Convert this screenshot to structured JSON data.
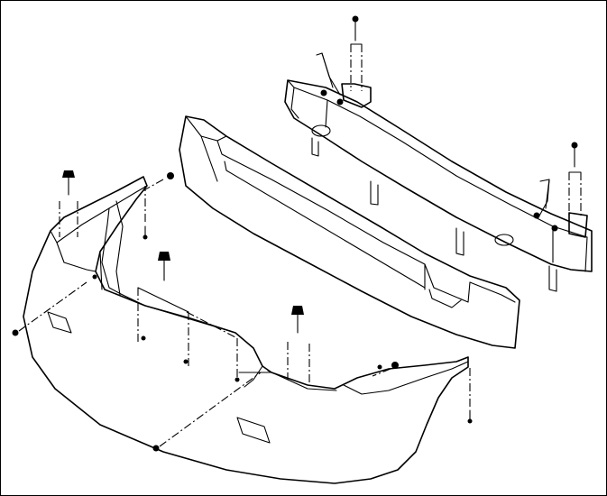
{
  "figure": {
    "description_visible_text": "",
    "parts": [
      "bumper-cover",
      "energy-absorber",
      "reinforcement-beam"
    ]
  }
}
